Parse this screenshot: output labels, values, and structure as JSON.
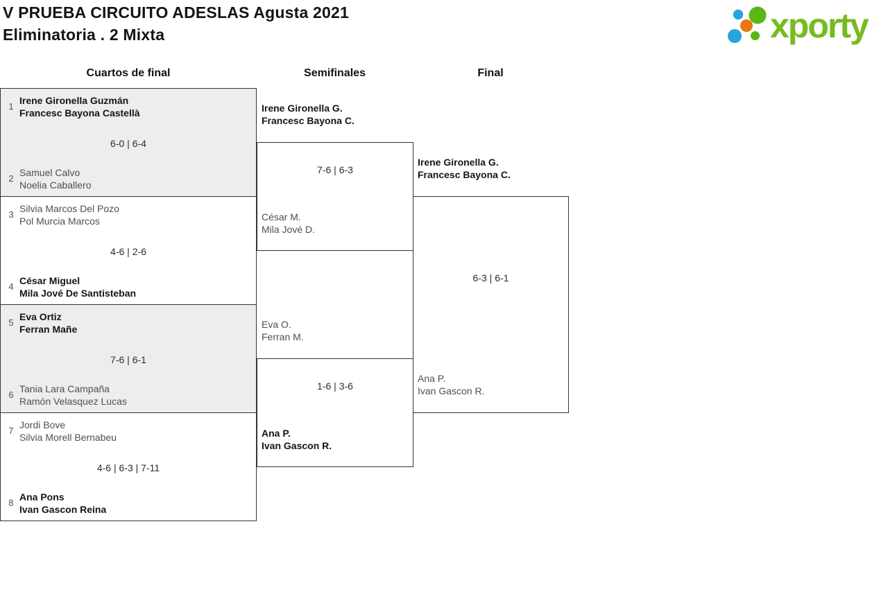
{
  "page": {
    "title_line1": "V PRUEBA CIRCUITO ADESLAS Agusta 2021",
    "title_line2": "Eliminatoria . 2 Mixta"
  },
  "logo": {
    "text": "xporty"
  },
  "round_headers": {
    "quarterfinals": "Cuartos de final",
    "semifinals": "Semifinales",
    "final": "Final"
  },
  "bracket": {
    "quarterfinals": [
      {
        "seed_top": "1",
        "team_top": {
          "line1": "Irene Gironella Guzmán",
          "line2": "Francesc Bayona Castellà"
        },
        "score": "6-0 | 6-4",
        "seed_bottom": "2",
        "team_bottom": {
          "line1": "Samuel Calvo",
          "line2": "Noelia Caballero"
        },
        "winner": "top"
      },
      {
        "seed_top": "3",
        "team_top": {
          "line1": "Silvia Marcos Del Pozo",
          "line2": "Pol Murcia Marcos"
        },
        "score": "4-6 | 2-6",
        "seed_bottom": "4",
        "team_bottom": {
          "line1": "César Miguel",
          "line2": "Mila Jové De Santisteban"
        },
        "winner": "bottom"
      },
      {
        "seed_top": "5",
        "team_top": {
          "line1": "Eva Ortiz",
          "line2": "Ferran Mañe"
        },
        "score": "7-6 | 6-1",
        "seed_bottom": "6",
        "team_bottom": {
          "line1": "Tania Lara Campaña",
          "line2": "Ramón Velasquez Lucas"
        },
        "winner": "top"
      },
      {
        "seed_top": "7",
        "team_top": {
          "line1": "Jordi Bove",
          "line2": "Silvia Morell Bernabeu"
        },
        "score": "4-6 | 6-3 | 7-11",
        "seed_bottom": "8",
        "team_bottom": {
          "line1": "Ana Pons",
          "line2": "Ivan Gascon Reina"
        },
        "winner": "bottom"
      }
    ],
    "semifinals": [
      {
        "team_top": {
          "line1": "Irene Gironella G.",
          "line2": "Francesc Bayona C."
        },
        "score": "7-6 | 6-3",
        "team_bottom": {
          "line1": "César M.",
          "line2": "Mila Jové D."
        },
        "winner": "top"
      },
      {
        "team_top": {
          "line1": "Eva O.",
          "line2": "Ferran M."
        },
        "score": "1-6 | 3-6",
        "team_bottom": {
          "line1": "Ana P.",
          "line2": "Ivan Gascon R."
        },
        "winner": "bottom"
      }
    ],
    "final": {
      "team_top": {
        "line1": "Irene Gironella G.",
        "line2": "Francesc Bayona C."
      },
      "score": "6-3 | 6-1",
      "team_bottom": {
        "line1": "Ana P.",
        "line2": "Ivan Gascon R."
      },
      "winner": "top"
    }
  },
  "colors": {
    "winner_text": "#151515",
    "loser_text": "#4f4f4f",
    "box_border": "#333333",
    "shaded_box_bg": "#ededed",
    "logo_green": "#5cb615",
    "logo_wordmark_green": "#76bc21",
    "logo_blue": "#29a3dd",
    "logo_orange": "#e87611"
  }
}
